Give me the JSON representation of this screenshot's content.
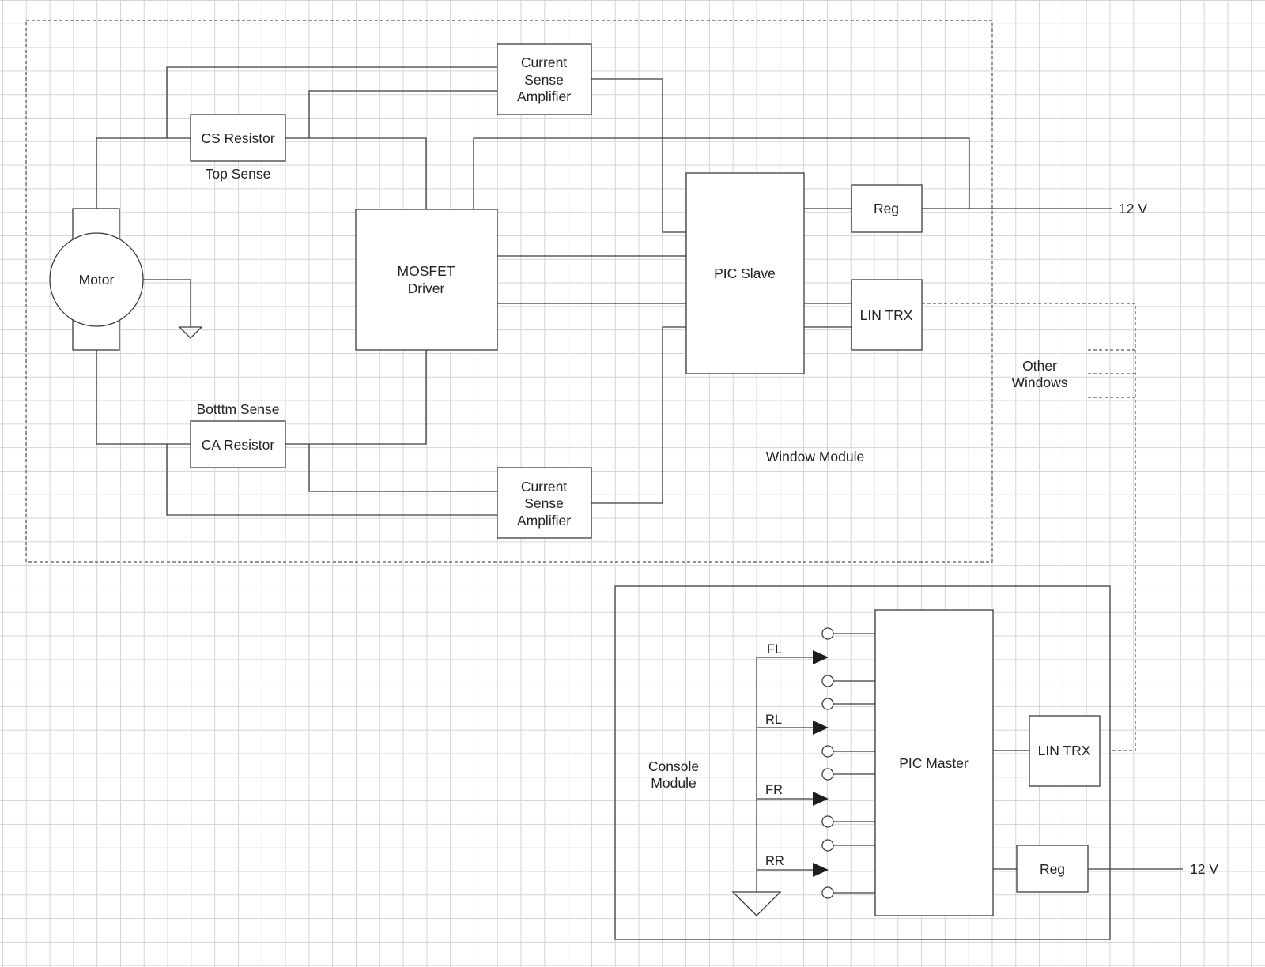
{
  "window_module": {
    "label": "Window Module",
    "motor": "Motor",
    "cs_resistor": "CS Resistor",
    "top_sense": "Top Sense",
    "ca_resistor": "CA Resistor",
    "bottom_sense": "Botttm Sense",
    "amp_top": [
      "Current",
      "Sense",
      "Amplifier"
    ],
    "amp_bottom": [
      "Current",
      "Sense",
      "Amplifier"
    ],
    "mosfet": [
      "MOSFET",
      "Driver"
    ],
    "pic_slave": "PIC Slave",
    "reg": "Reg",
    "lin_trx": "LIN TRX",
    "supply": "12 V"
  },
  "other_windows": [
    "Other",
    "Windows"
  ],
  "console_module": {
    "label": [
      "Console",
      "Module"
    ],
    "pic_master": "PIC Master",
    "lin_trx": "LIN TRX",
    "reg": "Reg",
    "supply": "12 V",
    "switches": [
      "FL",
      "RL",
      "FR",
      "RR"
    ]
  },
  "colors": {
    "line": "#3c3c3c",
    "grid": "#d4d4d4",
    "background": "#ffffff"
  }
}
